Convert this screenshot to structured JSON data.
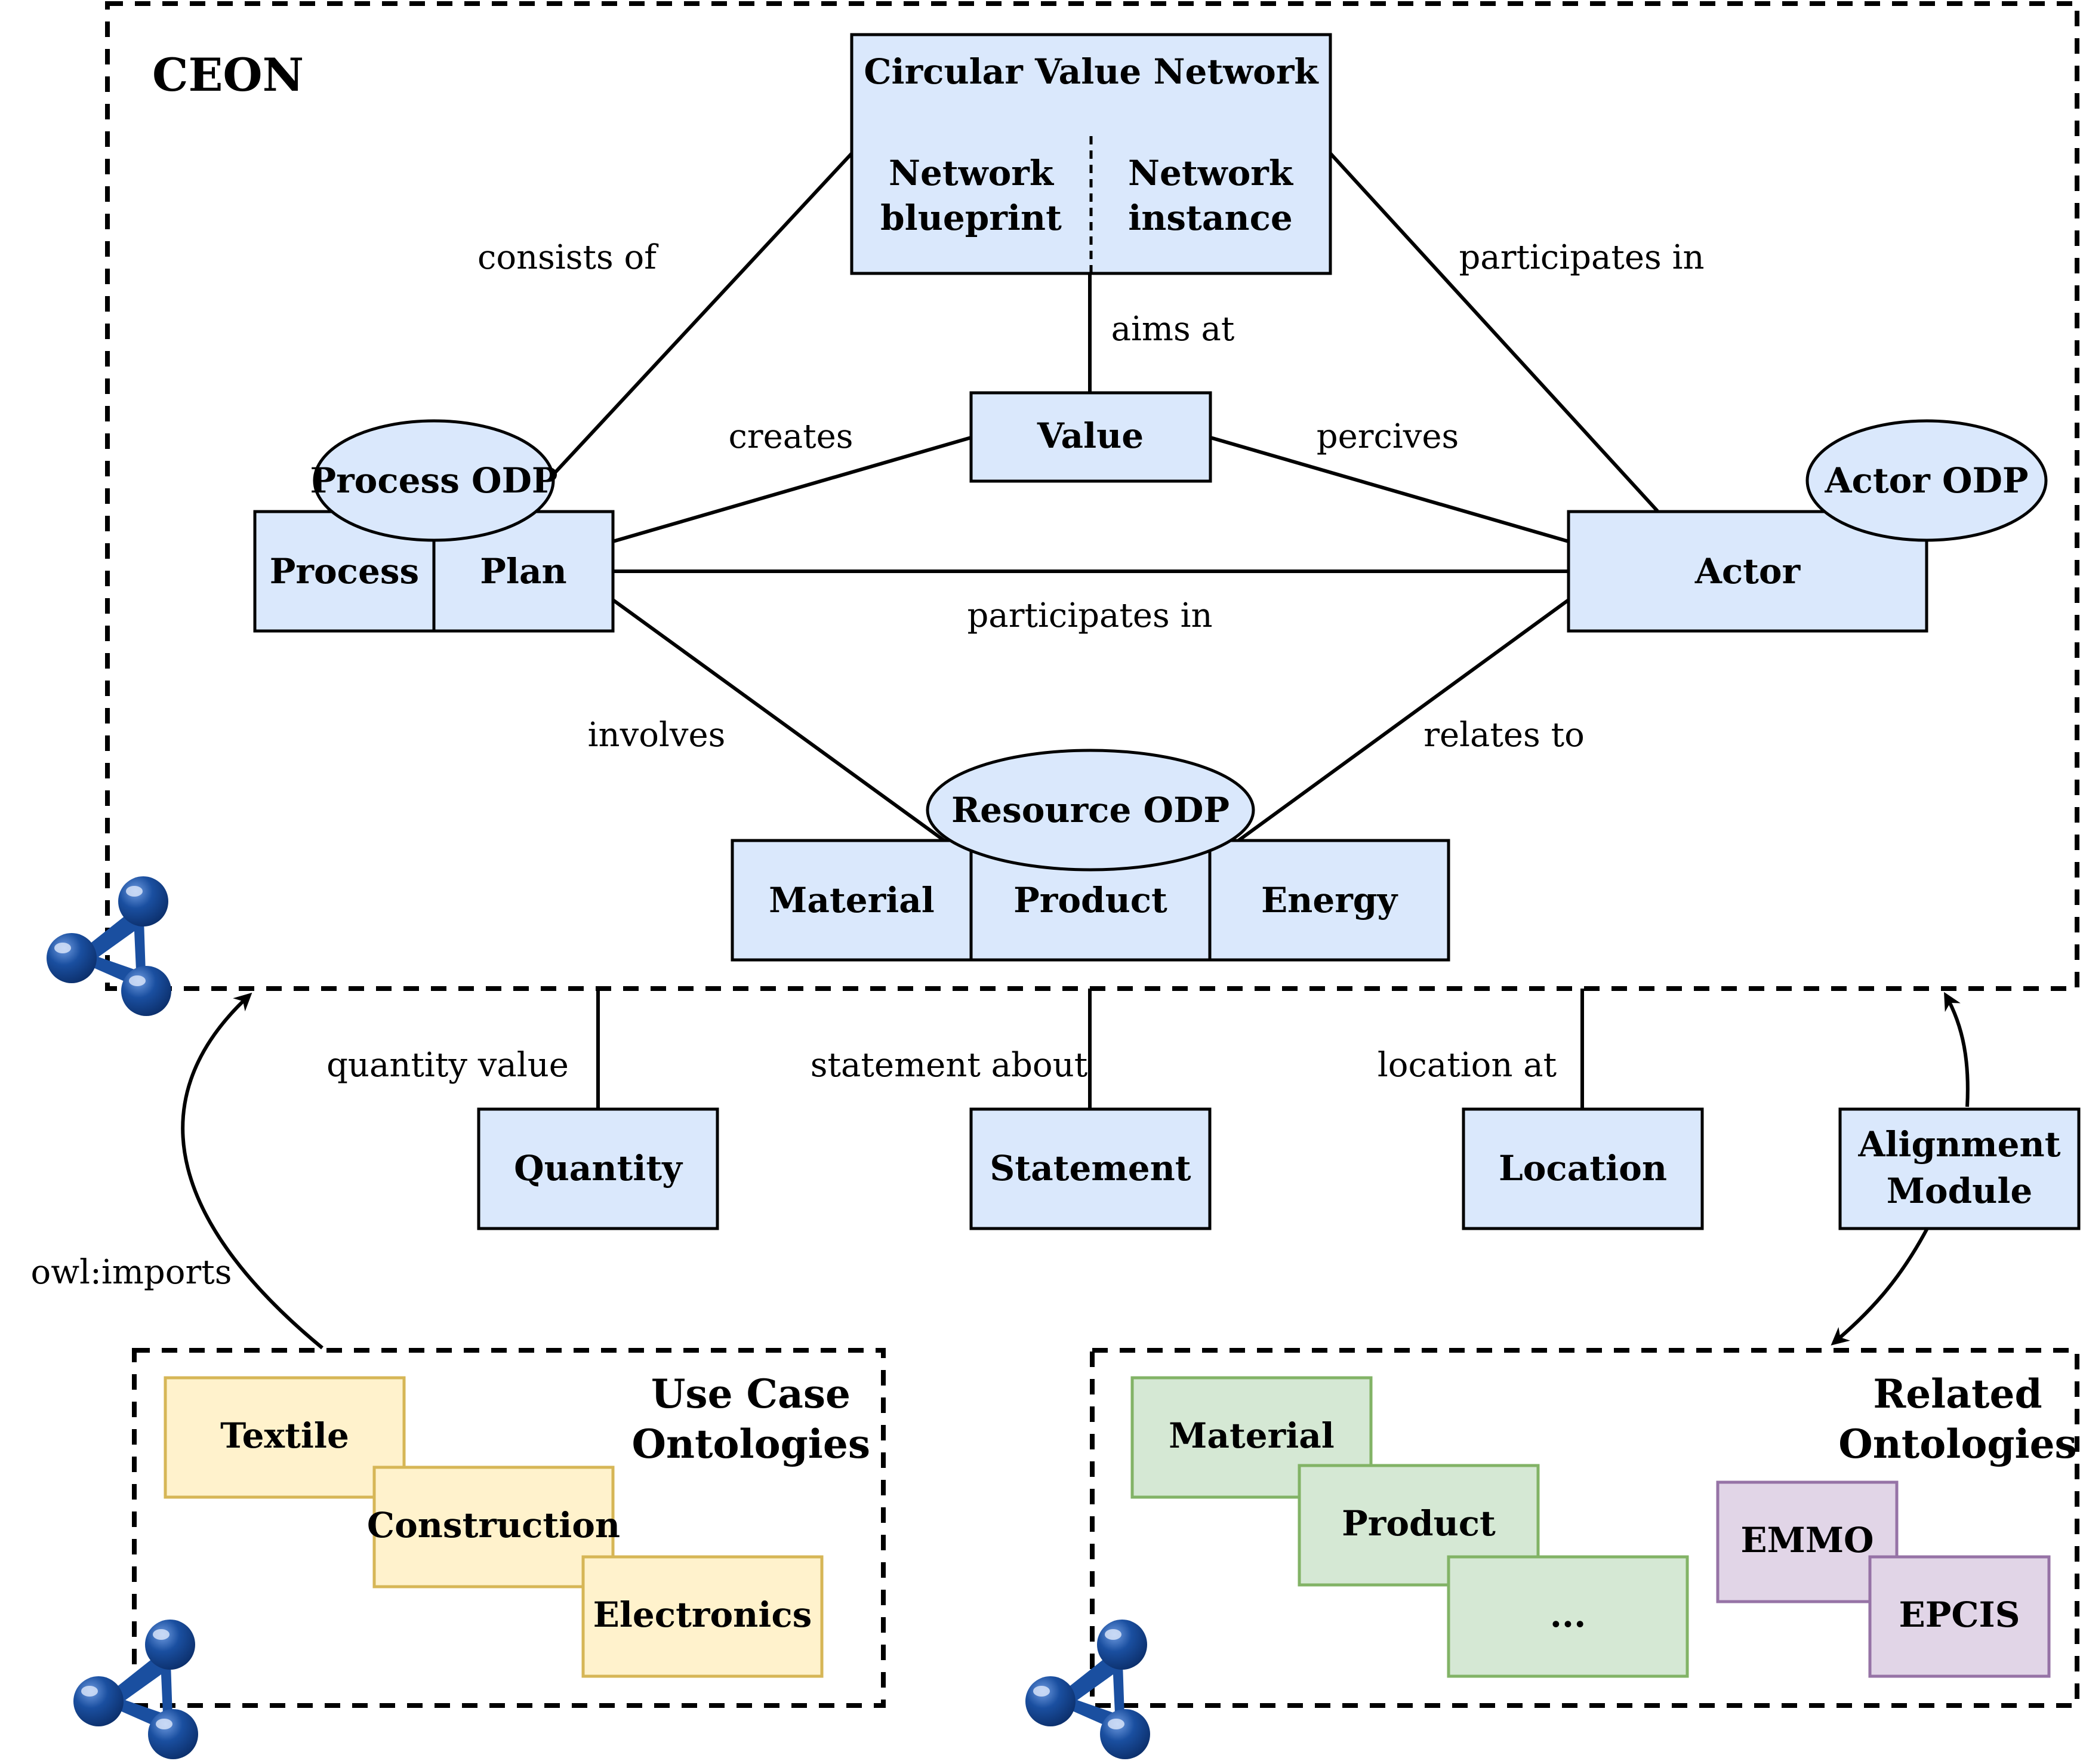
{
  "title": "CEON",
  "colors": {
    "core_fill": "#dae8fc",
    "use_case_fill": "#fff2cc",
    "use_case_stroke": "#d6b656",
    "related_fill": "#d5e8d4",
    "related_stroke": "#82b366",
    "external_fill": "#e1d5e7",
    "external_stroke": "#9673a6",
    "logo": "#1a4fa0"
  },
  "nodes": {
    "cvn_title": "Circular Value Network",
    "network_blueprint": [
      "Network",
      "blueprint"
    ],
    "network_instance": [
      "Network",
      "instance"
    ],
    "value": "Value",
    "process_odp": "Process ODP",
    "process": "Process",
    "plan": "Plan",
    "actor_odp": "Actor ODP",
    "actor": "Actor",
    "resource_odp": "Resource ODP",
    "material": "Material",
    "product": "Product",
    "energy": "Energy",
    "quantity": "Quantity",
    "statement": "Statement",
    "location": "Location",
    "alignment_module": [
      "Alignment",
      "Module"
    ]
  },
  "edges": {
    "consists_of": "consists of",
    "participates_in_top": "participates in",
    "aims_at": "aims at",
    "creates": "creates",
    "percives": "percives",
    "participates_in_mid": "participates in",
    "involves": "involves",
    "relates_to": "relates to",
    "quantity_value": "quantity value",
    "statement_about": "statement about",
    "location_at": "location at",
    "owl_imports": "owl:imports"
  },
  "use_case": {
    "title": [
      "Use Case",
      "Ontologies"
    ],
    "items": [
      "Textile",
      "Construction",
      "Electronics"
    ]
  },
  "related": {
    "title": [
      "Related",
      "Ontologies"
    ],
    "items": [
      "Material",
      "Product",
      "..."
    ],
    "external": [
      "EMMO",
      "EPCIS"
    ]
  },
  "icons": [
    "ontology-logo-icon"
  ]
}
